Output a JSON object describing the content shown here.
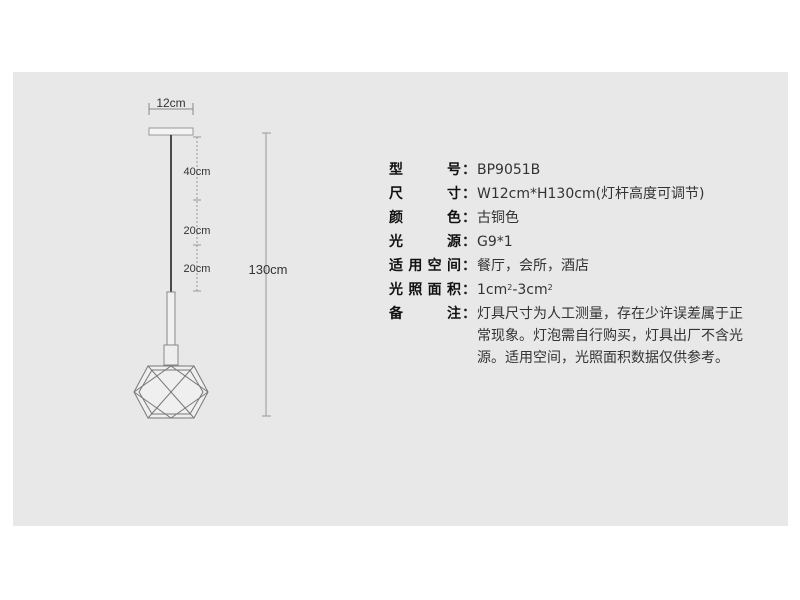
{
  "dimensions": {
    "width": "12cm",
    "total_height": "130cm",
    "seg_1": "40cm",
    "seg_2": "20cm",
    "seg_3": "20cm"
  },
  "specs": [
    {
      "label": "型号",
      "value": "BP9051B"
    },
    {
      "label": "尺寸",
      "value": "W12cm*H130cm(灯杆高度可调节)"
    },
    {
      "label": "颜色",
      "value": "古铜色"
    },
    {
      "label": "光源",
      "value": "G9*1"
    },
    {
      "label": "适用空间",
      "value": "餐厅，会所，酒店"
    }
  ],
  "area": {
    "label": "光照面积",
    "v1": "1cm",
    "s1": "2",
    "mid": "-3cm",
    "s2": "2"
  },
  "note": {
    "label": "备注",
    "value": "灯具尺寸为人工测量，存在少许误差属于正常现象。灯泡需自行购买，灯具出厂不含光源。适用空间，光照面积数据仅供参考。"
  },
  "colon": "：",
  "colors": {
    "panel": "#e8e8e8",
    "line": "#999999",
    "rod": "#333333",
    "glass": "#777777"
  }
}
